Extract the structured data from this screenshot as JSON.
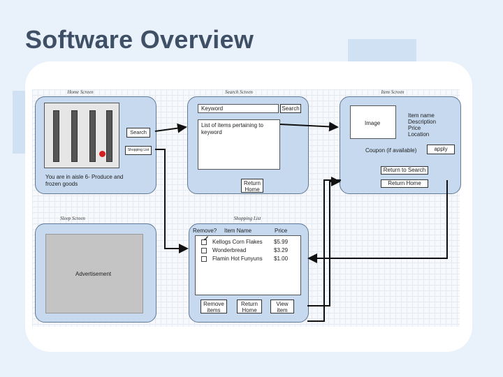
{
  "slide": {
    "title": "Software Overview"
  },
  "colors": {
    "device": "#c6d9ef",
    "arrow": "#111111",
    "title": "#3e4f66",
    "accent_dot": "#d41e1e"
  },
  "screens": {
    "home": {
      "label": "Home Screen",
      "search_button": "Search",
      "shopping_list_button": "Shopping List",
      "status_text": "You are in aisle 6- Produce and frozen goods"
    },
    "search": {
      "label": "Search Screen",
      "keyword_input": "Keyword",
      "search_button": "Search",
      "results_text": "List of items pertaining to keyword",
      "return_home_button": "Return Home"
    },
    "item": {
      "label": "Item Screen",
      "image_placeholder": "Image",
      "details": [
        "Item name",
        "Description",
        "Price",
        "Location"
      ],
      "coupon_text": "Coupon (if available)",
      "apply_button": "apply",
      "return_search_button": "Return to Search",
      "return_home_button": "Return Home"
    },
    "sleep": {
      "label": "Sleep Screen",
      "advertisement": "Advertisement"
    },
    "shopping_list": {
      "label": "Shopping List",
      "columns": [
        "Remove?",
        "Item Name",
        "Price"
      ],
      "rows": [
        {
          "name": "Kellogs Corn Flakes",
          "price": "$5.99",
          "checked": true
        },
        {
          "name": "Wonderbread",
          "price": "$3.29",
          "checked": false
        },
        {
          "name": "Flamin Hot Funyuns",
          "price": "$1.00",
          "checked": false
        }
      ],
      "remove_button": "Remove items",
      "return_home_button": "Return Home",
      "view_item_button": "View item"
    }
  }
}
